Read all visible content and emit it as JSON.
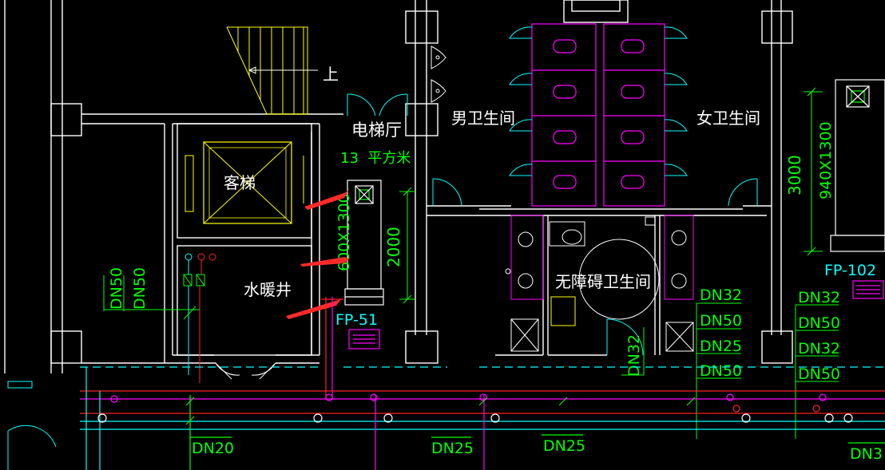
{
  "colors": {
    "background": "#000000",
    "wall": "#ffffff",
    "fixture": "#ff00ff",
    "door": "#00ffff",
    "dim": "#00ff00",
    "stair": "#ffff00",
    "pipe_red": "#ff2020",
    "arrow": "#ff2a2a",
    "label": "#ffffff"
  },
  "rooms": {
    "elevator_hall": "电梯厅",
    "elevator_hall_area": "13  平方米",
    "passenger_elevator": "客梯",
    "plumbing_shaft": "水暖井",
    "mens_restroom": "男卫生间",
    "womens_restroom": "女卫生间",
    "accessible_restroom": "无障碍卫生间"
  },
  "stair": {
    "direction": "上"
  },
  "units": {
    "left_tag": "FP-51",
    "left_size": "600X1300",
    "right_tag": "FP-102",
    "right_size": "940X1300"
  },
  "dimensions": {
    "left_height": "2000",
    "right_height": "3000"
  },
  "pipes": {
    "shaft": [
      "DN50",
      "DN50"
    ],
    "stack_center": [
      "DN32",
      "DN50",
      "DN25",
      "DN50"
    ],
    "stack_right": [
      "DN32",
      "DN50",
      "DN32",
      "DN50"
    ],
    "vertical": "DN32",
    "bottom": [
      "DN20",
      "DN25",
      "DN25",
      "DN3"
    ]
  }
}
